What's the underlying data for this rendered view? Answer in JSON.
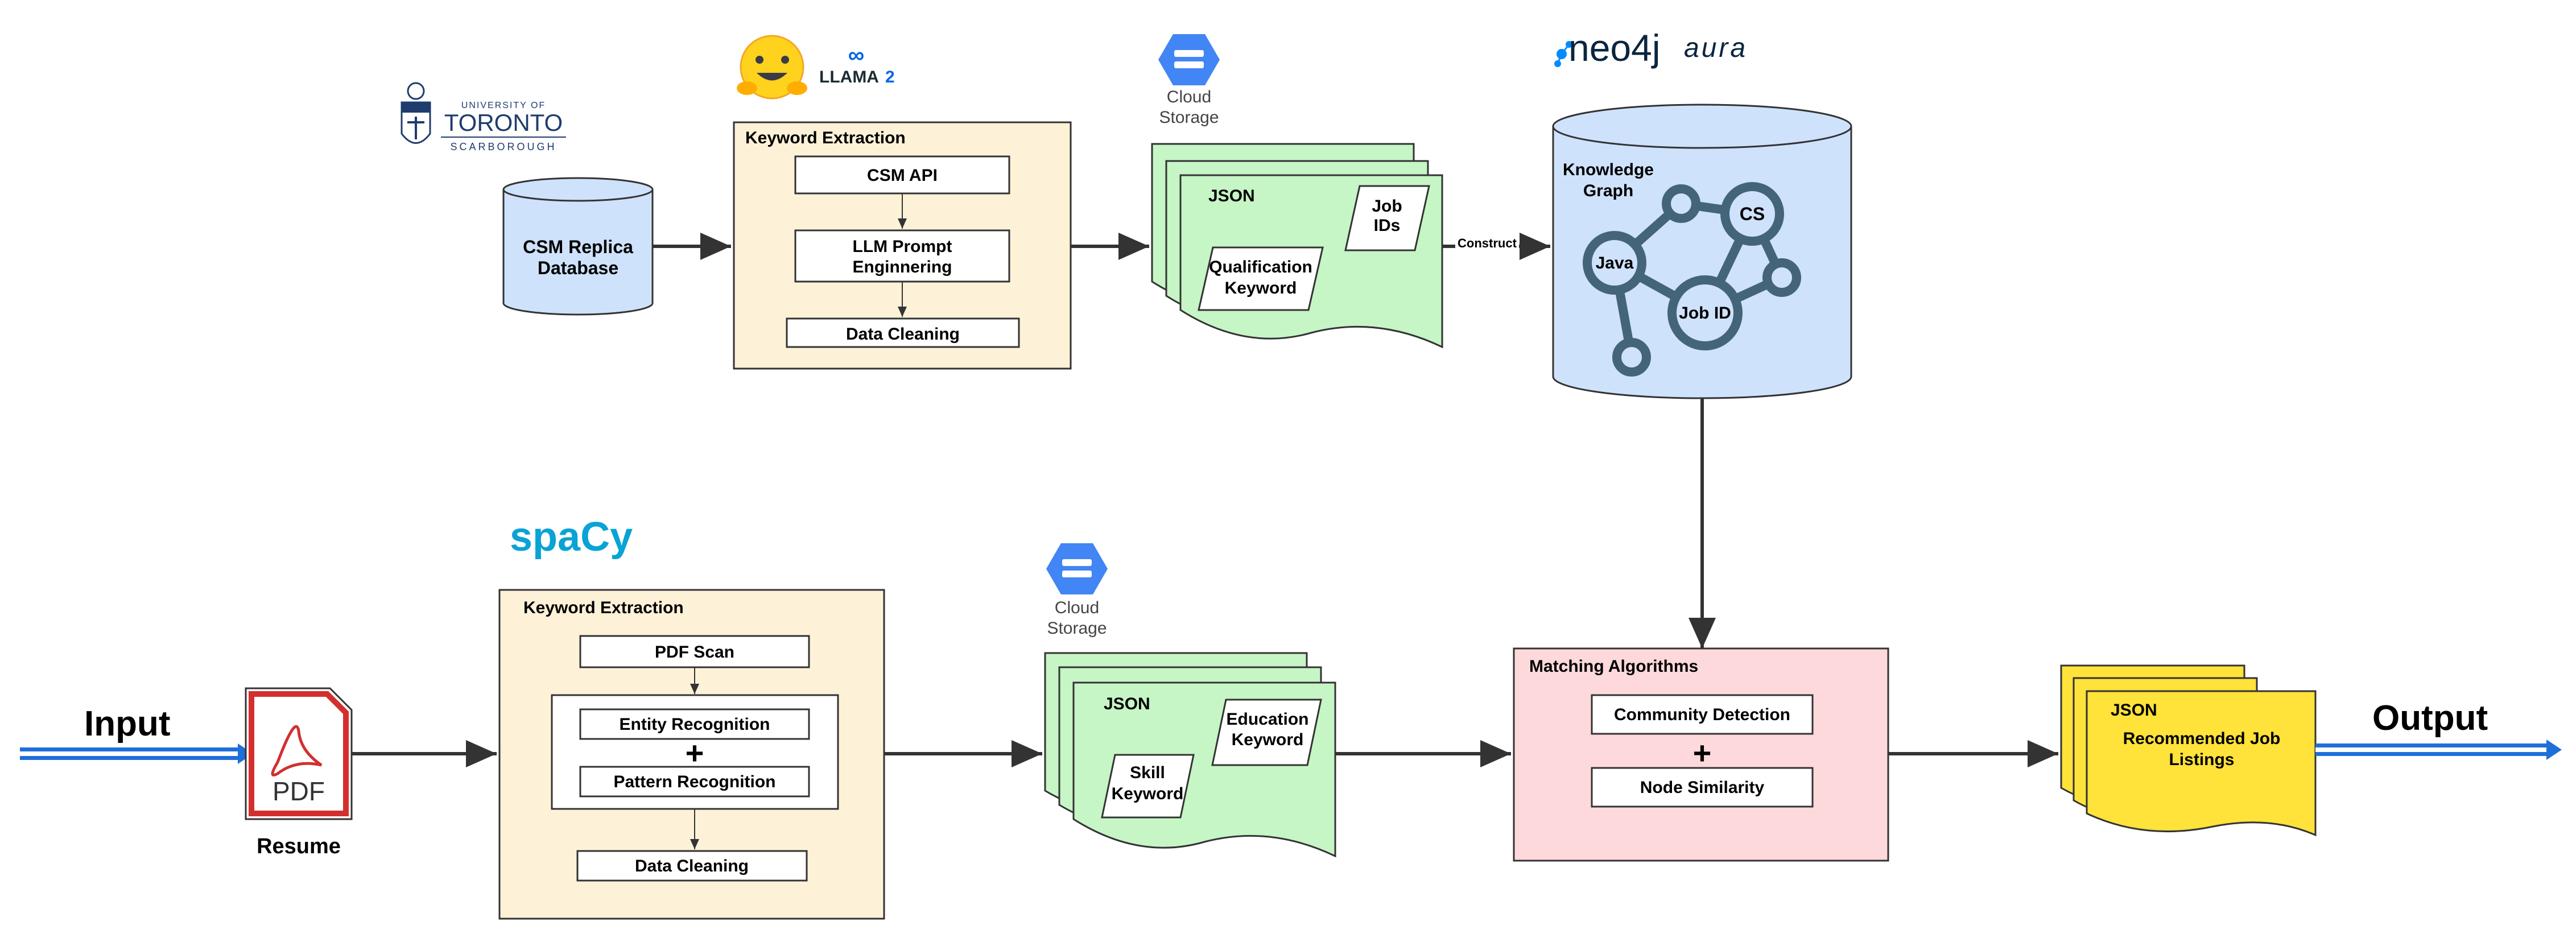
{
  "logos": {
    "uoft": {
      "line1": "UNIVERSITY OF",
      "line2": "TORONTO",
      "line3": "SCARBOROUGH"
    },
    "llama": {
      "text": "LLAMA",
      "version": "2",
      "meta_symbol": "∞"
    },
    "spacy": "spaCy",
    "neo4j": {
      "word": "neo4j",
      "suffix": "aura"
    },
    "cloud_top": {
      "line1": "Cloud",
      "line2": "Storage"
    },
    "cloud_bottom": {
      "line1": "Cloud",
      "line2": "Storage"
    }
  },
  "top": {
    "database": {
      "line1": "CSM Replica",
      "line2": "Database"
    },
    "keyword_extraction": {
      "title": "Keyword Extraction",
      "step1": "CSM API",
      "step2_line1": "LLM Prompt",
      "step2_line2": "Enginnering",
      "step3": "Data Cleaning"
    },
    "json_doc": {
      "title": "JSON",
      "job_ids_line1": "Job",
      "job_ids_line2": "IDs",
      "qual_line1": "Qualification",
      "qual_line2": "Keyword"
    },
    "construct_label": "Construct",
    "knowledge_graph": {
      "title_line1": "Knowledge",
      "title_line2": "Graph",
      "node_java": "Java",
      "node_cs": "CS",
      "node_jobid": "Job ID"
    }
  },
  "bottom": {
    "input_label": "Input",
    "pdf_text": "PDF",
    "resume_label": "Resume",
    "keyword_extraction": {
      "title": "Keyword Extraction",
      "step1": "PDF Scan",
      "step2": "Entity Recognition",
      "plus": "+",
      "step3": "Pattern Recognition",
      "step4": "Data Cleaning"
    },
    "json_doc": {
      "title": "JSON",
      "education_line1": "Education",
      "education_line2": "Keyword",
      "skill_line1": "Skill",
      "skill_line2": "Keyword"
    },
    "matching": {
      "title": "Matching Algorithms",
      "algo1": "Community Detection",
      "plus": "+",
      "algo2": "Node Similarity"
    },
    "output_doc": {
      "title": "JSON",
      "line1": "Recommended Job",
      "line2": "Listings"
    },
    "output_label": "Output"
  },
  "colors": {
    "keyword_box_fill": "#fdf2d8",
    "database_fill": "#cfe2fb",
    "json_fill": "#c6f5c6",
    "matching_fill": "#fdd9dc",
    "output_fill": "#ffe23a",
    "graph_stroke": "#44647a",
    "spacy_blue": "#09a3d5",
    "arrow_blue": "#1e6fd9",
    "cloud_blue": "#4285f4"
  }
}
